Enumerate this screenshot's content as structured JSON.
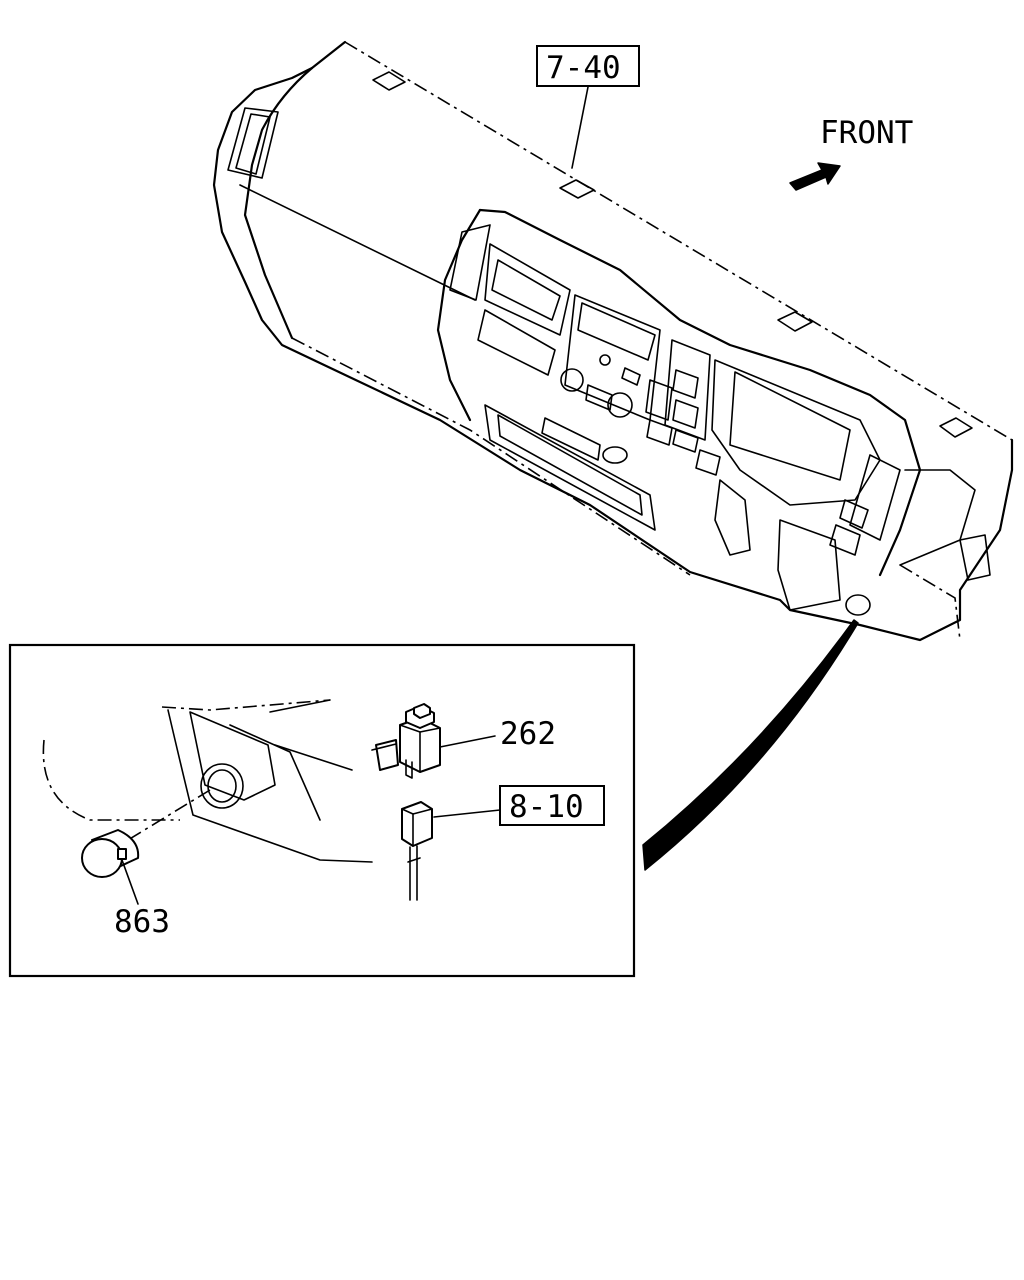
{
  "labels": {
    "ref_instrument_panel": "7-40",
    "ref_harness": "8-10",
    "part_switch": "262",
    "part_plug": "863",
    "direction": "FRONT"
  }
}
